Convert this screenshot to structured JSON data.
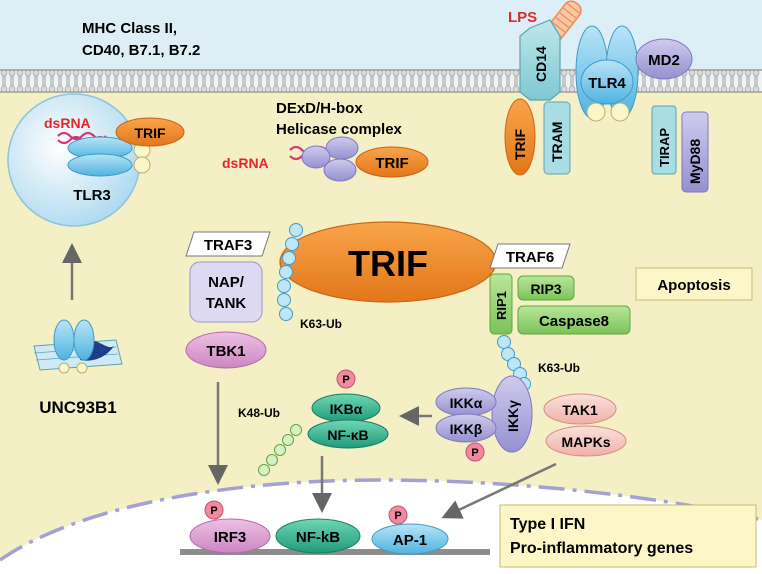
{
  "membrane": {
    "ligands": "MHC Class II,",
    "ligands_line2": "CD40, B7.1, B7.2"
  },
  "tlr4_complex": {
    "lps": "LPS",
    "cd14": "CD14",
    "tlr4": "TLR4",
    "md2": "MD2",
    "trif": "TRIF",
    "tram": "TRAM",
    "tirap": "TIRAP",
    "myd88": "MyD88"
  },
  "endosome": {
    "dsrna": "dsRNA",
    "trif": "TRIF",
    "tlr3": "TLR3"
  },
  "helicase": {
    "title_line1": "DExD/H-box",
    "title_line2": "Helicase complex",
    "dsrna": "dsRNA",
    "trif": "TRIF"
  },
  "center": {
    "trif": "TRIF",
    "traf3": "TRAF3",
    "nap_tank_line1": "NAP/",
    "nap_tank_line2": "TANK",
    "tbk1": "TBK1",
    "k63_left": "K63-Ub",
    "traf6": "TRAF6",
    "rip1": "RIP1",
    "rip3": "RIP3",
    "caspase8": "Caspase8",
    "apoptosis": "Apoptosis",
    "k63_right": "K63-Ub"
  },
  "ikk": {
    "ikka": "IKKα",
    "ikkb": "IKKβ",
    "ikkg": "IKKγ",
    "tak1": "TAK1",
    "mapks": "MAPKs",
    "phospho": "P"
  },
  "ikb": {
    "ikba": "IKBα",
    "nfkb": "NF-κB",
    "k48": "K48-Ub",
    "phospho": "P"
  },
  "unc": {
    "label": "UNC93B1"
  },
  "nucleus": {
    "irf3": "IRF3",
    "nfkb": "NF-kB",
    "ap1": "AP-1",
    "phospho": "P",
    "output_line1": "Type I IFN",
    "output_line2": "Pro-inflammatory genes"
  },
  "colors": {
    "cytoplasm": "#f5efc6",
    "extracellular": "#dceef6",
    "trif_orange": "#f28a1e",
    "tlr_blue": "#7cc8ea",
    "ikk_purple": "#a9a3d6",
    "tbk_pink": "#d99ad0",
    "green": "#8fcf6a",
    "teal": "#2aa88a",
    "tak_pink": "#f6c9c2",
    "red_text": "#e0282c",
    "phospho_pink": "#f08aa0"
  }
}
